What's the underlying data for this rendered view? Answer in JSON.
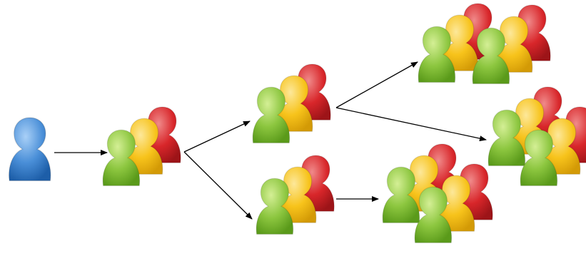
{
  "diagram": {
    "type": "propagation-tree",
    "colors": {
      "single_user": "#4a8fd8",
      "group_green": "#8cc63f",
      "group_yellow": "#f7c31b",
      "group_red": "#d8262a",
      "arrow": "#000000"
    },
    "nodes": [
      {
        "id": "origin",
        "icon": "single-user-icon",
        "kind": "single-user",
        "label": ""
      },
      {
        "id": "group-1",
        "icon": "user-group-icon",
        "kind": "group",
        "label": ""
      },
      {
        "id": "group-2a",
        "icon": "user-group-icon",
        "kind": "group",
        "label": ""
      },
      {
        "id": "group-2b",
        "icon": "user-group-icon",
        "kind": "group",
        "label": ""
      },
      {
        "id": "cluster-3a",
        "icon": "double-user-group-icon",
        "kind": "double-group",
        "label": ""
      },
      {
        "id": "cluster-3b",
        "icon": "double-user-group-icon",
        "kind": "double-group",
        "label": ""
      },
      {
        "id": "cluster-3c",
        "icon": "double-user-group-icon",
        "kind": "double-group",
        "label": ""
      }
    ],
    "edges": [
      {
        "from": "origin",
        "to": "group-1"
      },
      {
        "from": "group-1",
        "to": "group-2a"
      },
      {
        "from": "group-1",
        "to": "group-2b"
      },
      {
        "from": "group-2a",
        "to": "cluster-3a"
      },
      {
        "from": "group-2a",
        "to": "cluster-3b"
      },
      {
        "from": "group-2b",
        "to": "cluster-3c"
      }
    ]
  }
}
